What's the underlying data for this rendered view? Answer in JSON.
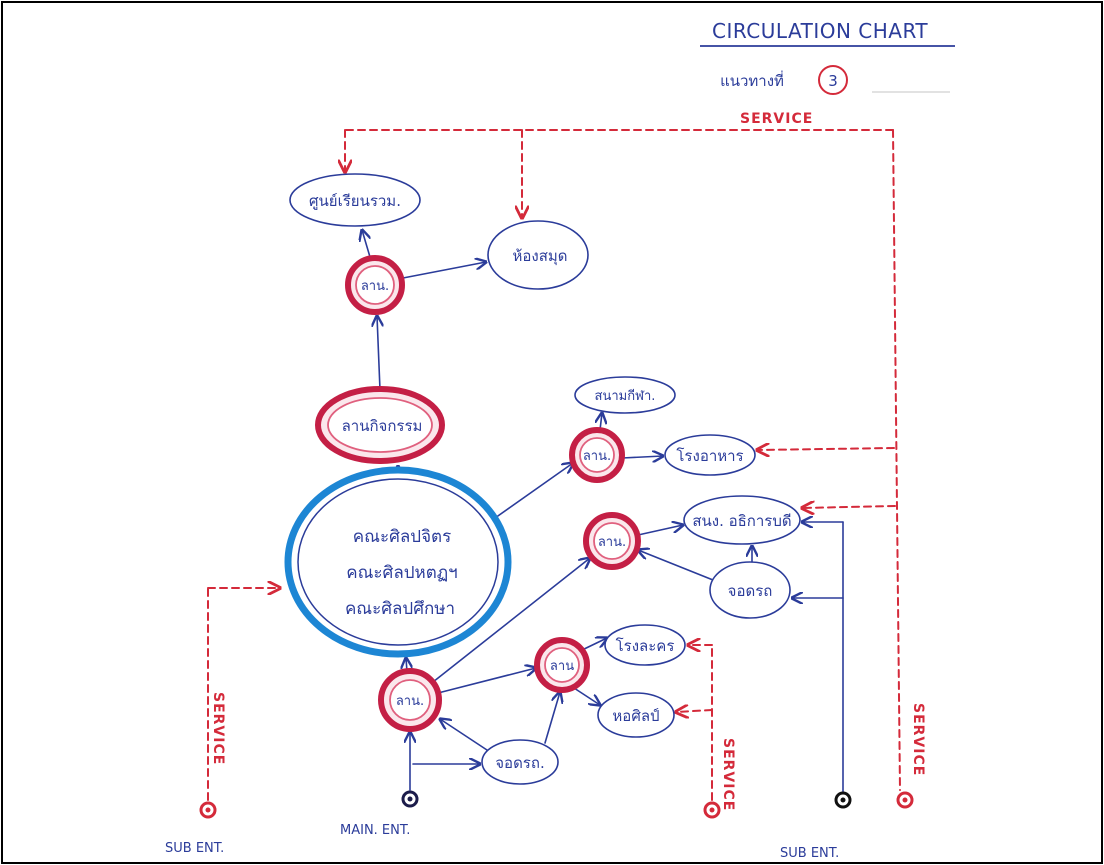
{
  "header": {
    "title": "CIRCULATION CHART",
    "subtitle": "แนวทางที่",
    "option_number": "3"
  },
  "service_labels": {
    "top": "SERVICE",
    "left": "SERVICE",
    "middle": "SERVICE",
    "right": "SERVICE"
  },
  "nodes": {
    "learning_center": "ศูนย์เรียนรวม.",
    "library": "ห้องสมุด",
    "plaza_north": "ลาน.",
    "activity_plaza": "ลานกิจกรรม",
    "faculties": [
      "คณะศิลปจิตร",
      "คณะศิลปหตฏฯ",
      "คณะศิลปศึกษา"
    ],
    "plaza_sports": "ลาน.",
    "stadium": "สนามกีฬา.",
    "canteen": "โรงอาหาร",
    "plaza_office": "ลาน.",
    "president_office": "สนง. อธิการบดี",
    "parking_east": "จอดรถ",
    "theatre": "โรงละคร",
    "plaza_arts": "ลาน",
    "gallery": "หอศิลป์",
    "plaza_main": "ลาน.",
    "parking_main": "จอดรถ."
  },
  "entrances": {
    "sub_left": "SUB ENT.",
    "main": "MAIN. ENT.",
    "sub_right": "SUB ENT."
  },
  "colors": {
    "ink_blue": "#2b3c9a",
    "service_red": "#d42a3a",
    "plaza_red": "#c41f45",
    "faculty_blue": "#1d86d4",
    "frame": "#000000"
  }
}
